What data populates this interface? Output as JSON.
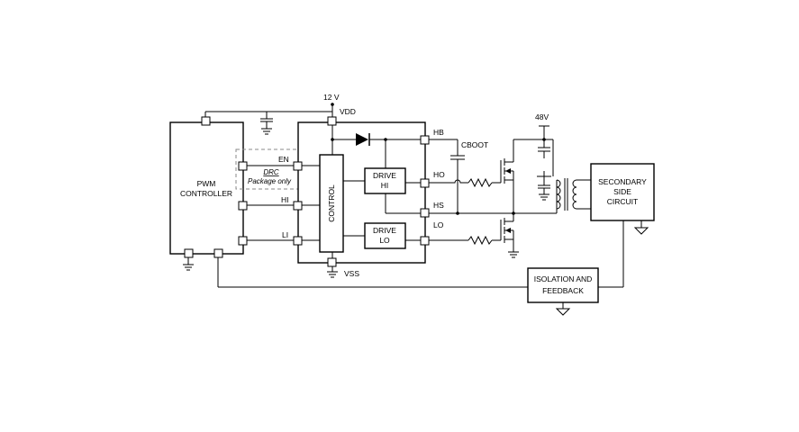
{
  "labels": {
    "v12": "12 V",
    "vdd": "VDD",
    "v48": "48V",
    "pwm_line1": "PWM",
    "pwm_line2": "CONTROLLER",
    "en": "EN",
    "drc": "DRC",
    "pkg_only": "Package only",
    "hi_pin": "HI",
    "li_pin": "LI",
    "control": "CONTROL",
    "drive_hi_1": "DRIVE",
    "drive_hi_2": "HI",
    "drive_lo_1": "DRIVE",
    "drive_lo_2": "LO",
    "hb": "HB",
    "ho": "HO",
    "hs": "HS",
    "lo": "LO",
    "cboot": "CBOOT",
    "vss": "VSS",
    "sec_1": "SECONDARY",
    "sec_2": "SIDE",
    "sec_3": "CIRCUIT",
    "iso_1": "ISOLATION AND",
    "iso_2": "FEEDBACK"
  }
}
